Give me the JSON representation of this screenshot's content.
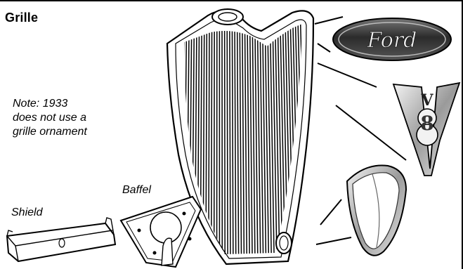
{
  "header": {
    "title": "Grille"
  },
  "note": {
    "lines": [
      "Note:  1933",
      "does not use a",
      "grille ornament"
    ]
  },
  "parts": {
    "baffel_label": "Baffel",
    "shield_label": "Shield"
  },
  "emblems": {
    "ford_script": "Ford",
    "v8_letter": "V",
    "v8_number": "8"
  },
  "colors": {
    "ink": "#000000",
    "paper": "#ffffff",
    "chrome_dark": "#2a2a2a",
    "chrome_mid": "#8a8a8a",
    "chrome_light": "#d9d9d9"
  }
}
